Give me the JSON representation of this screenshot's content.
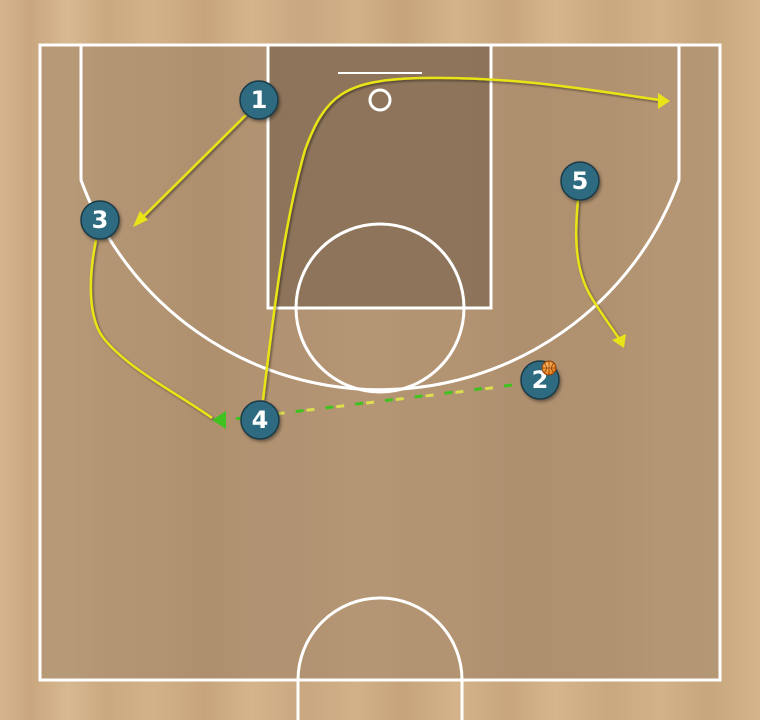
{
  "colors": {
    "floor_light": "#d4b38b",
    "floor_dark": "#b09272",
    "paint": "#7d6650",
    "lines": "#ffffff",
    "player_fill": "#2e6b80",
    "player_stroke": "#1b3b47",
    "cut_line": "#e8e418",
    "pass_line_a": "#3fc21f",
    "pass_line_b": "#dfe64a",
    "ball": "#f08a1d"
  },
  "players": [
    {
      "label": "1"
    },
    {
      "label": "2",
      "has_ball": true
    },
    {
      "label": "3"
    },
    {
      "label": "4"
    },
    {
      "label": "5"
    }
  ],
  "actions": [
    {
      "type": "cut",
      "player": "1"
    },
    {
      "type": "cut",
      "player": "3"
    },
    {
      "type": "cut",
      "player": "4"
    },
    {
      "type": "cut",
      "player": "5"
    },
    {
      "type": "pass",
      "from": "2",
      "to": "4"
    }
  ],
  "icons": {
    "ball": "basketball-icon"
  }
}
